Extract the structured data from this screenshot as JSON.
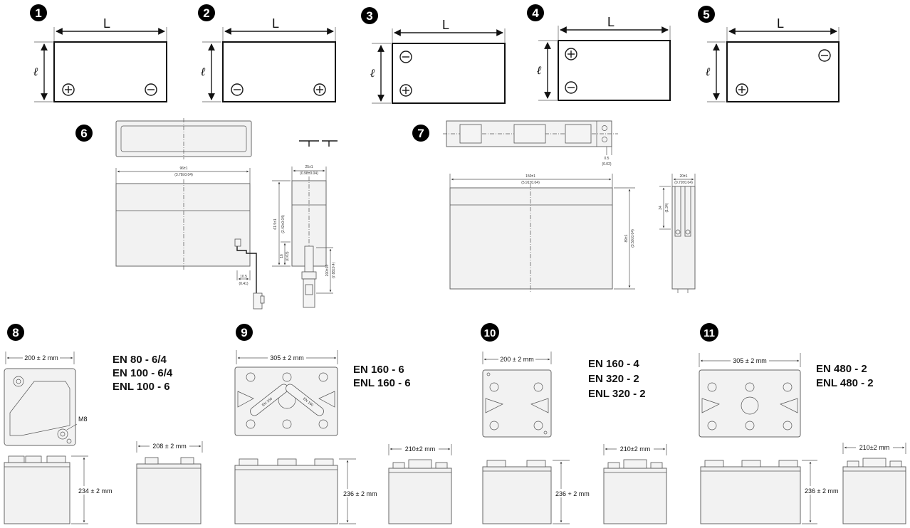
{
  "labels": {
    "length": "L",
    "width": "ℓ"
  },
  "badges": [
    "1",
    "2",
    "3",
    "4",
    "5",
    "6",
    "7",
    "8",
    "9",
    "10",
    "11"
  ],
  "d6": {
    "length": "96±1",
    "length_in": "(3.78±0.04)",
    "width": "25±1",
    "width_in": "(0.98±0.04)",
    "height": "61.5±1",
    "height_in": "(2.42±0.04)",
    "term_h": "16",
    "term_h_in": "(0.63)",
    "term_w": "10.5",
    "term_w_in": "(0.41)",
    "lead": "200±10",
    "lead_in": "(7.88±0.4)"
  },
  "d7": {
    "length": "150±1",
    "length_in": "(5.91±0.04)",
    "width": "20±1",
    "width_in": "(0.79±0.04)",
    "height": "89±1",
    "height_in": "(3.50±0.04)",
    "term_h": "34",
    "term_h_in": "(1.34)",
    "offset": "0.5",
    "offset_in": "(0.02)"
  },
  "d8": {
    "top": "200 ± 2 mm",
    "side": "208 ± 2 mm",
    "height": "234 ± 2 mm",
    "bolt": "M8",
    "models": [
      "EN 80 - 6/4",
      "EN 100 - 6/4",
      "ENL 100 - 6"
    ]
  },
  "d9": {
    "top": "305 ± 2 mm",
    "side": "210±2 mm",
    "height": "236 ± 2 mm",
    "strap1": "EN 160",
    "strap2": "EN 160",
    "models": [
      "EN 160 - 6",
      "ENL 160 - 6"
    ]
  },
  "d10": {
    "top": "200 ± 2 mm",
    "side": "210±2 mm",
    "height": "236 + 2 mm",
    "models": [
      "EN 160 - 4",
      "EN 320 - 2",
      "ENL 320 - 2"
    ]
  },
  "d11": {
    "top": "305 ± 2 mm",
    "side": "210±2 mm",
    "height": "236 ± 2 mm",
    "models": [
      "EN 480 - 2",
      "ENL 480 - 2"
    ]
  }
}
